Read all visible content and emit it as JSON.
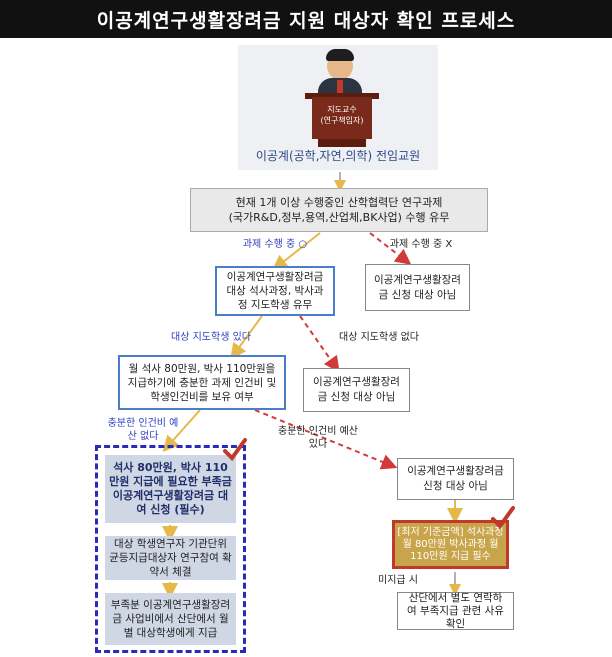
{
  "title": "이공계연구생활장려금 지원 대상자 확인 프로세스",
  "hero": {
    "podium_line1": "지도교수",
    "podium_line2": "(연구책임자)",
    "caption": "이공계(공학,자연,의학) 전임교원"
  },
  "nodes": {
    "q1_line1": "현재 1개 이상 수행중인 산학협력단 연구과제",
    "q1_line2": "(국가R&D,정부,용역,산업체,BK사업) 수행 유무",
    "q2": "이공계연구생활장려금 대상 석사과정, 박사과정 지도학생 유무",
    "not_eligible_1": "이공계연구생활장려금 신청 대상 아님",
    "q3": "월 석사 80만원, 박사 110만원을 지급하기에 충분한 과제 인건비 및 학생인건비를 보유 여부",
    "not_eligible_2": "이공계연구생활장려금 신청 대상 아님",
    "not_eligible_3": "이공계연구생활장려금 신청 대상 아님",
    "min_pay": "[최저 기준금액] 석사과정 월 80만원 박사과정 월110만원 지급 필수",
    "confirm": "산단에서 별도 연락하여 부족지급 관련 사유 확인"
  },
  "labels": {
    "doing": "과제 수행 중 ○",
    "not_doing": "과제 수행 중 X",
    "has_student": "대상 지도학생 있다",
    "no_student": "대상 지도학생 없다",
    "enough_left": "충분한 인건비 예산 없다",
    "enough_right": "충분한 인건비 예산 있다",
    "unpaid": "미지급 시"
  },
  "steps": [
    "석사 80만원, 박사 110만원 지급에 필요한 부족금 이공계연구생활장려금 대여 신청 (필수)",
    "대상 학생연구자 기관단위 균등지급대상자 연구참여 확약서 체결",
    "부족분 이공계연구생활장려금 사업비에서 산단에서 월별 대상학생에게 지급"
  ],
  "colors": {
    "accent_blue": "#2a2ab8",
    "arrow_yellow": "#e6b84a",
    "arrow_red": "#d23a3a",
    "check_red": "#c0392b"
  }
}
